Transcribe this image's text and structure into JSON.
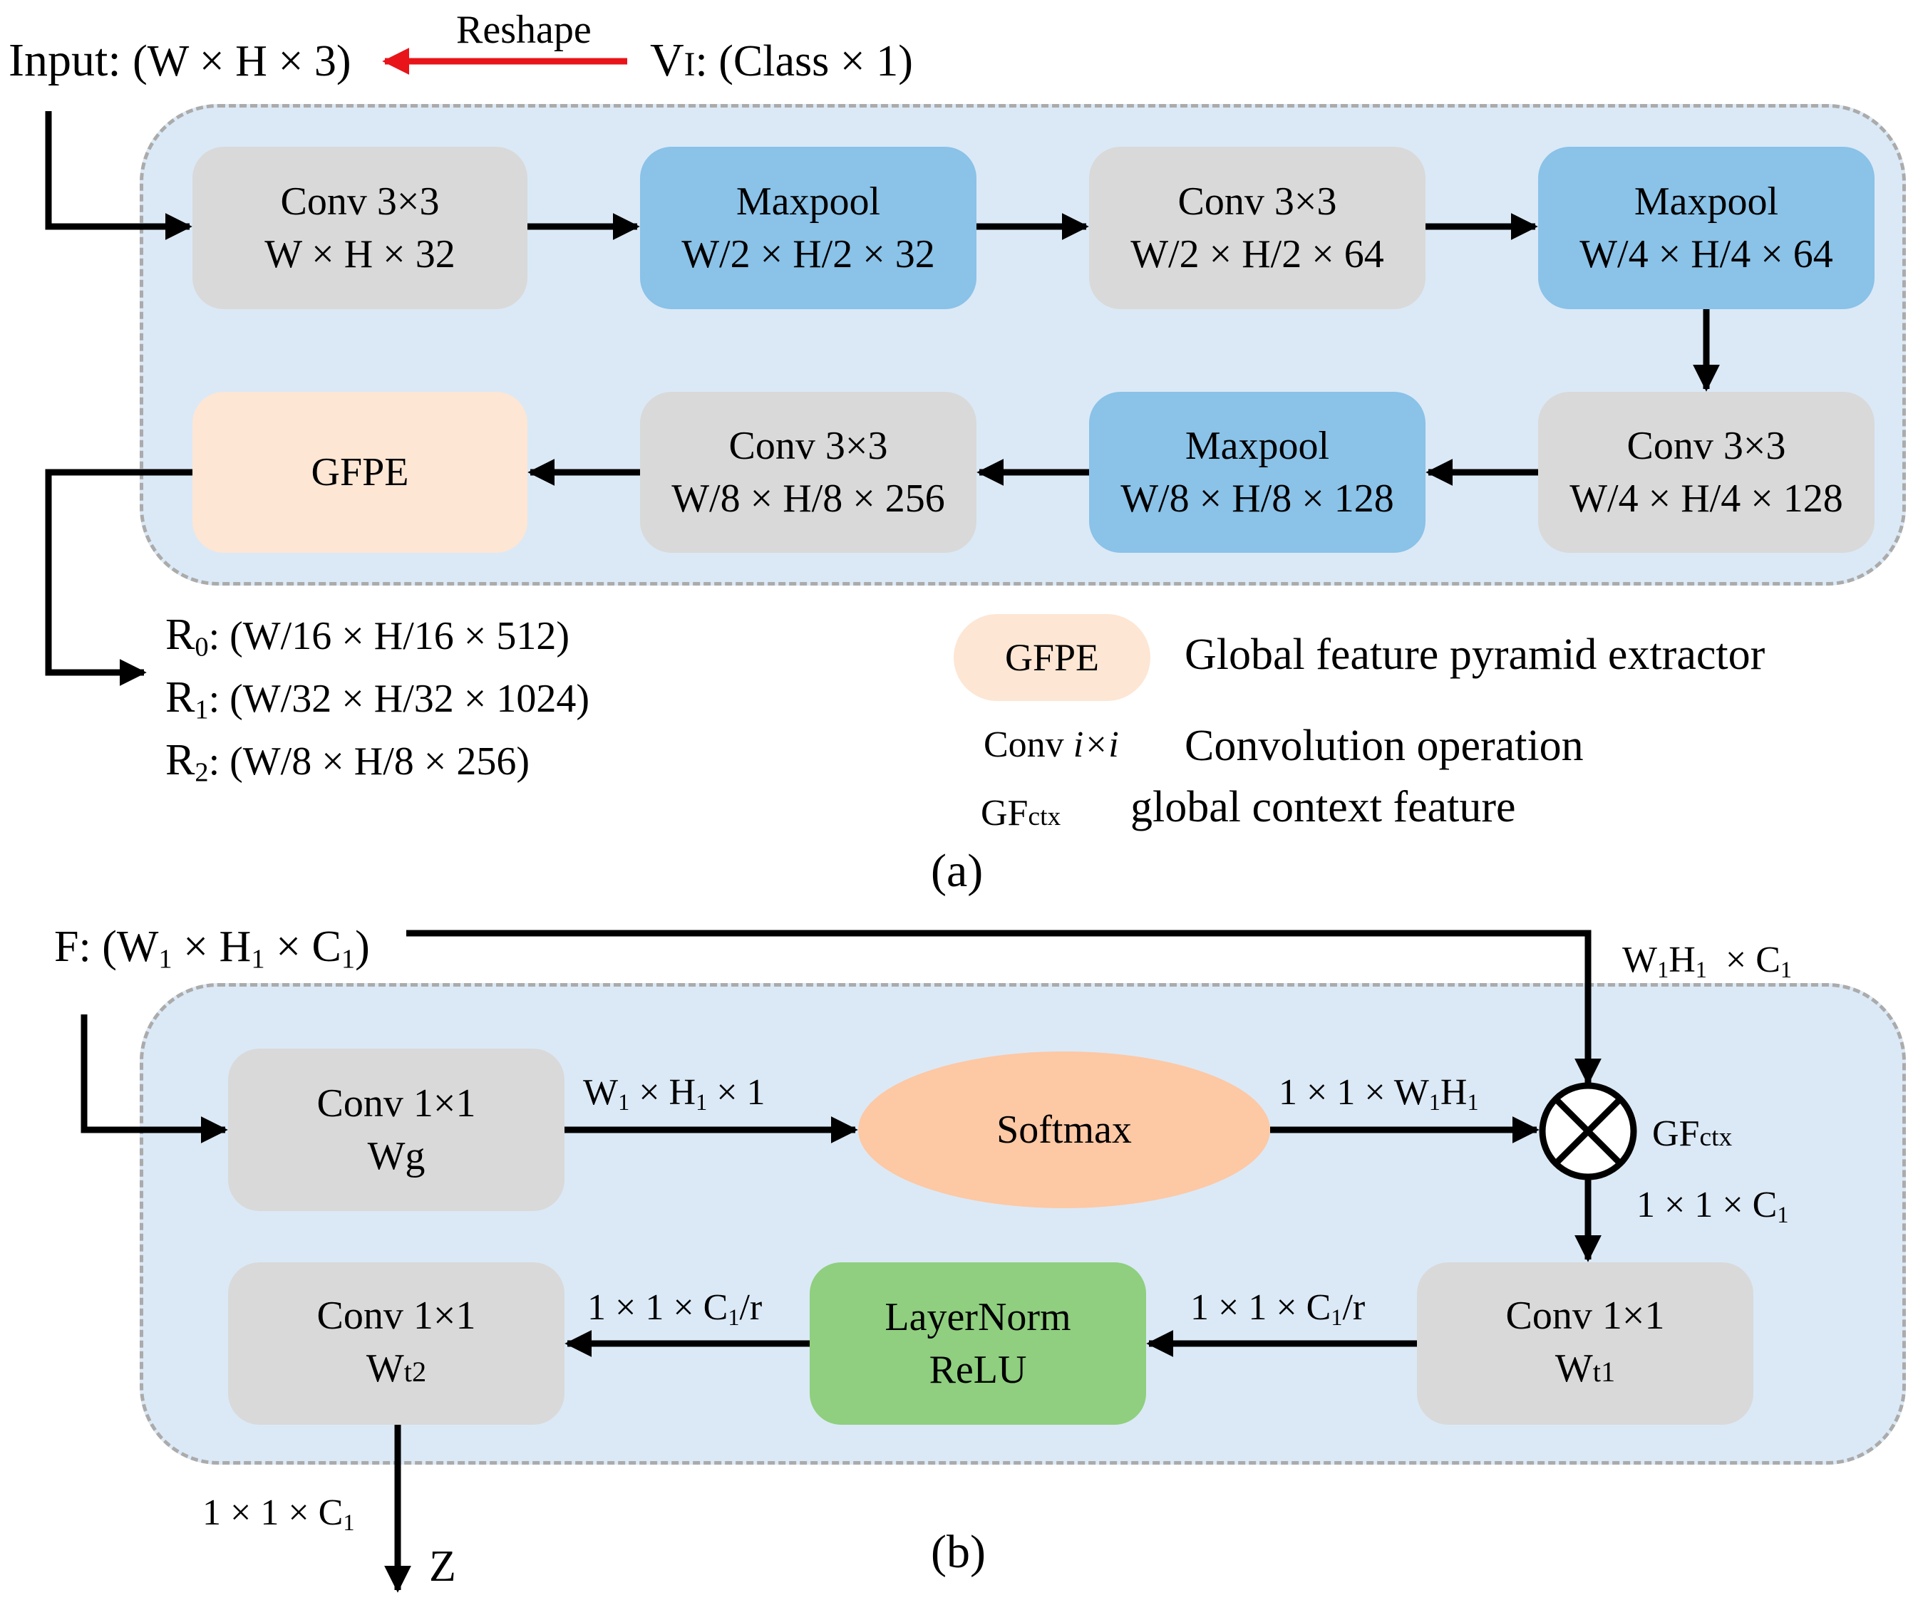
{
  "colors": {
    "panel_fill": "#dbe9f6",
    "panel_border": "#ababab",
    "conv_box": "#d9d9d9",
    "maxpool_box": "#8ac2e8",
    "gfpe_box": "#fde6d4",
    "softmax_oval": "#fdc8a4",
    "layernorm_box": "#8fcf7f",
    "reshape_arrow": "#e8141a",
    "arrow": "#000000"
  },
  "panel_a": {
    "input_label": "Input:",
    "input_dims": "(W × H × 3)",
    "reshape_label": "Reshape",
    "vi_label": "V",
    "vi_sub": "I",
    "vi_dims": ": (Class × 1)",
    "row1": [
      {
        "title": "Conv 3×3",
        "dims": "W × H × 32"
      },
      {
        "title": "Maxpool",
        "dims": "W/2 × H/2 × 32"
      },
      {
        "title": "Conv 3×3",
        "dims": "W/2 × H/2 × 64"
      },
      {
        "title": "Maxpool",
        "dims": "W/4 × H/4 × 64"
      }
    ],
    "row2": [
      {
        "title": "GFPE",
        "dims": ""
      },
      {
        "title": "Conv 3×3",
        "dims": "W/8 × H/8 × 256"
      },
      {
        "title": "Maxpool",
        "dims": "W/8 × H/8 × 128"
      },
      {
        "title": "Conv 3×3",
        "dims": "W/4 × H/4 × 128"
      }
    ],
    "outputs": [
      {
        "name": "R",
        "sub": "0",
        "dims": ": (W/16 × H/16 × 512)"
      },
      {
        "name": "R",
        "sub": "1",
        "dims": ": (W/32 × H/32 × 1024)"
      },
      {
        "name": "R",
        "sub": "2",
        "dims": ": (W/8 × H/8 × 256)"
      }
    ],
    "legend": {
      "gfpe_chip": "GFPE",
      "gfpe_desc": "Global feature pyramid extractor",
      "conv_prefix": "Conv ",
      "conv_var": "i×i",
      "conv_desc": "Convolution operation",
      "gf_main": "GF",
      "gf_sub": "ctx",
      "gf_desc": "global context feature"
    },
    "caption": "(a)"
  },
  "panel_b": {
    "f_prefix": "F: (W",
    "f_sub1": "1",
    "f_mid1": " × H",
    "f_sub2": "1",
    "f_mid2": " × C",
    "f_sub3": "1",
    "f_end": ")",
    "top_right": {
      "a": "W",
      "a_sub": "1",
      "b": "H",
      "b_sub": "1",
      "c": "  × C",
      "c_sub": "1"
    },
    "conv_wg": {
      "title": "Conv 1×1",
      "dims": "Wg"
    },
    "edge_wg_softmax": {
      "a": "W",
      "a_sub": "1",
      "b": " × H",
      "b_sub": "1",
      "c": " × 1"
    },
    "softmax": "Softmax",
    "edge_softmax_mul": {
      "a": "1 × 1 × W",
      "a_sub": "1",
      "b": "H",
      "b_sub": "1"
    },
    "gfctx": {
      "main": "GF",
      "sub": "ctx"
    },
    "edge_mul_down": {
      "a": "1 × 1 × C",
      "a_sub": "1"
    },
    "conv_wt1": {
      "title": "Conv 1×1",
      "w": "W",
      "w_sub": "t1"
    },
    "edge_wt1_ln": {
      "a": "1 × 1 × C",
      "a_sub": "1",
      "b": "/r"
    },
    "layernorm": {
      "line1": "LayerNorm",
      "line2": "ReLU"
    },
    "edge_ln_wt2": {
      "a": "1 × 1 × C",
      "a_sub": "1",
      "b": "/r"
    },
    "conv_wt2": {
      "title": "Conv 1×1",
      "w": "W",
      "w_sub": "t2"
    },
    "edge_out": {
      "a": "1 × 1 × C",
      "a_sub": "1"
    },
    "output": "Z",
    "caption": "(b)"
  }
}
